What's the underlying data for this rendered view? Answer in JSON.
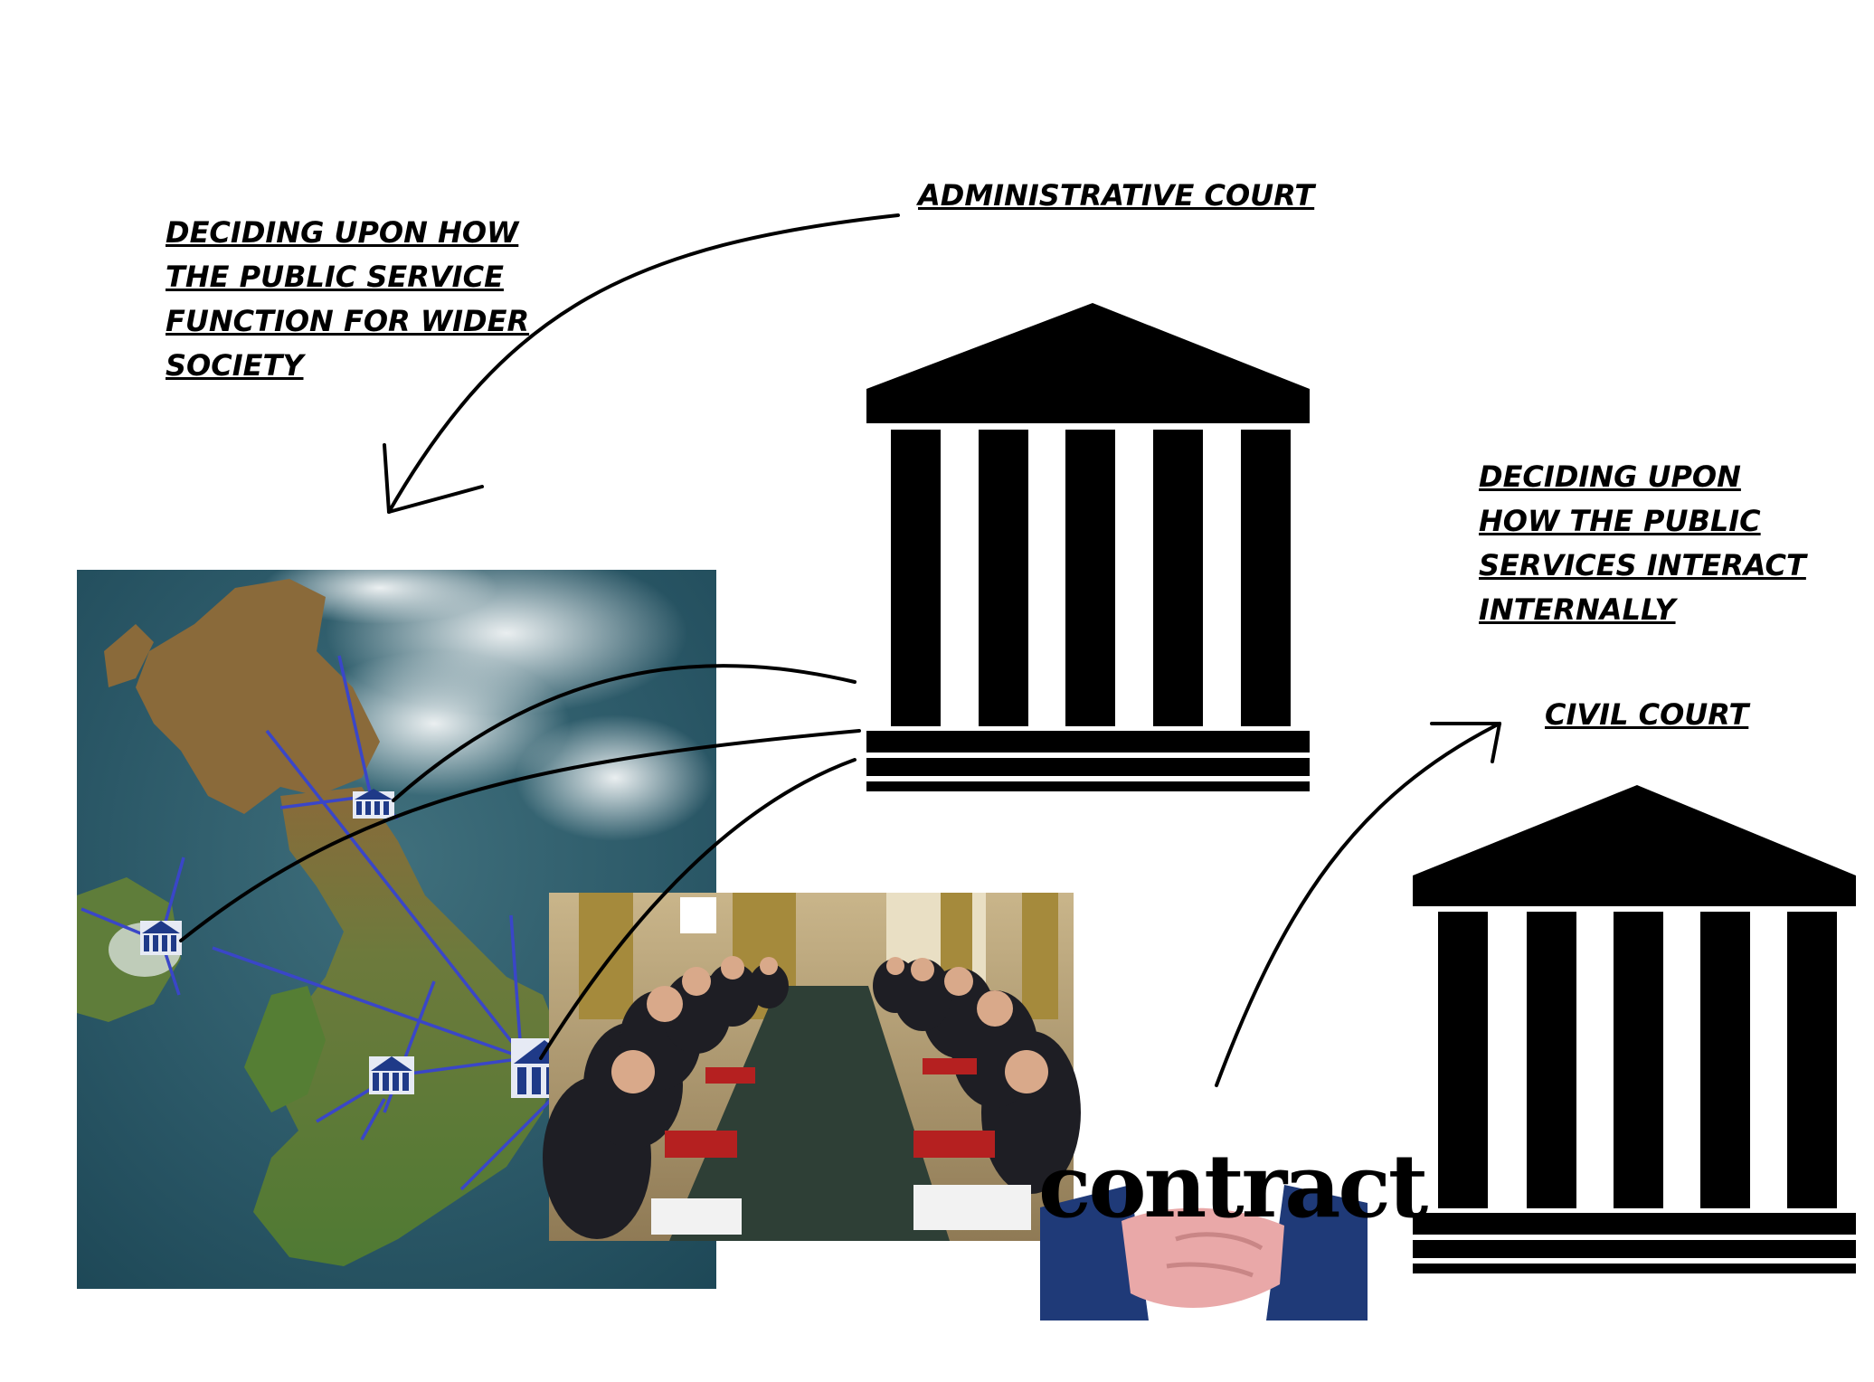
{
  "labels": {
    "admin_court": "ADMINISTRATIVE COURT",
    "civil_court": "CIVIL COURT",
    "wider_society": [
      "DECIDING UPON HOW",
      "THE PUBLIC SERVICE",
      "FUNCTION FOR WIDER",
      "SOCIETY"
    ],
    "internal": [
      "DECIDING UPON",
      "HOW THE PUBLIC",
      "SERVICES INTERACT",
      "INTERNALLY"
    ]
  },
  "contract_word": "contract",
  "icons": {
    "admin_court": "courthouse-icon",
    "civil_court": "courthouse-icon",
    "map": "uk-satellite-map",
    "meeting": "cabinet-meeting-photo",
    "contract": "handshake-contract-icon"
  },
  "colors": {
    "ink": "#000000",
    "map_lines": "#3a46c8",
    "contract_sleeve": "#1f3a78",
    "handshake": "#e9a8a8"
  }
}
